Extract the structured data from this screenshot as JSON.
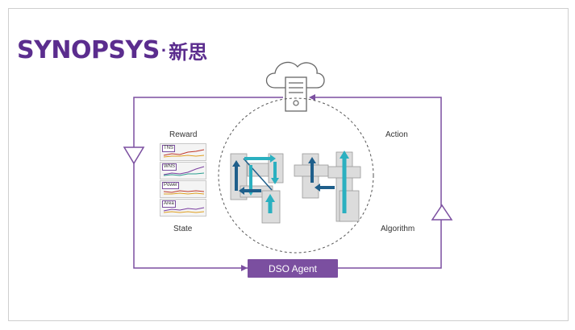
{
  "brand": {
    "wordmark": "SYNOPSYS",
    "dot": "·",
    "chinese": "新思",
    "color": "#5b2d8e"
  },
  "labels": {
    "reward": "Reward",
    "state": "State",
    "action": "Action",
    "algorithm": "Algorithm"
  },
  "agent": {
    "label": "DSO Agent",
    "color": "#7b4fa0"
  },
  "metrics": [
    "TNS",
    "WNS",
    "Power",
    "Area"
  ],
  "icons": [
    "cloud-server-icon",
    "arrow-right-icon",
    "arrow-up-icon",
    "arrow-down-icon",
    "arrow-left-icon"
  ],
  "colors": {
    "loop": "#7b4fa0",
    "arrow_dark": "#1f5f8b",
    "arrow_teal": "#2bb0c0",
    "block": "#dcdcdc"
  }
}
